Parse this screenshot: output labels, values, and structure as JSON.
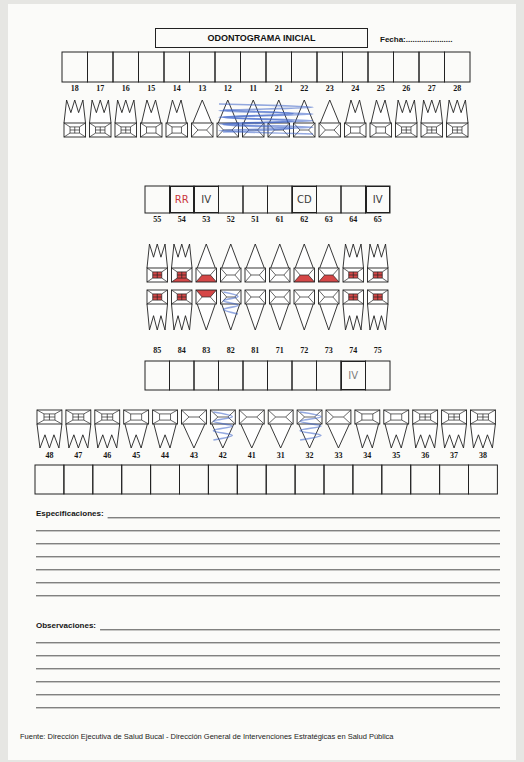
{
  "diagram": {
    "title": "ODONTOGRAMA INICIAL",
    "caption": "Fuente: Dirección Ejecutiva de Salud Bucal - Dirección General de Intervenciones Estratégicas en Salud Pública",
    "nodes": [
      {
        "text": [
          "RR"
        ]
      },
      {
        "text": [
          "IV"
        ]
      },
      {
        "text": [
          "CD"
        ]
      },
      {
        "text": [
          "IV"
        ]
      },
      {
        "text": [
          "IV"
        ]
      }
    ],
    "labels": [
      "Fecha:.....................",
      "18",
      "17",
      "16",
      "15",
      "14",
      "13",
      "12",
      "11",
      "21",
      "22",
      "23",
      "24",
      "25",
      "26",
      "27",
      "28",
      "55",
      "54",
      "53",
      "52",
      "51",
      "61",
      "62",
      "63",
      "64",
      "65",
      "85",
      "84",
      "83",
      "82",
      "81",
      "71",
      "72",
      "73",
      "74",
      "75",
      "48",
      "47",
      "46",
      "45",
      "44",
      "43",
      "42",
      "41",
      "31",
      "32",
      "33",
      "34",
      "35",
      "36",
      "37",
      "38",
      "Especificaciones:",
      "Observaciones:"
    ]
  }
}
